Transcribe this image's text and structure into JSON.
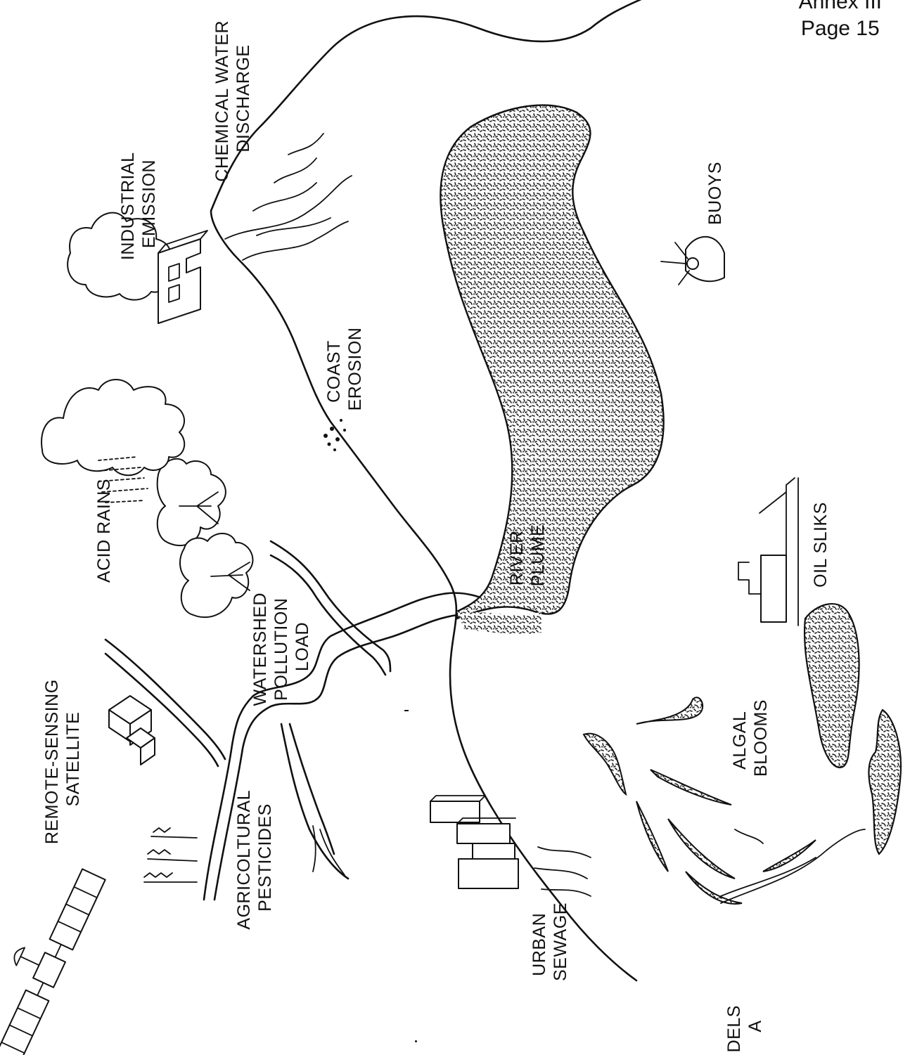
{
  "header": {
    "annex": "Annex III",
    "page": "Page 15"
  },
  "labels": {
    "remote_sensing_satellite": [
      "REMOTE-SENSING",
      "SATELLITE"
    ],
    "agricultural_pesticides": [
      "AGRICOLTURAL",
      "PESTICIDES"
    ],
    "urban_sewage": [
      "URBAN",
      "SEWAGE"
    ],
    "watershed_pollution_load": [
      "WATERSHED",
      "POLLUTION",
      "LOAD"
    ],
    "acid_rains": [
      "ACID RAINS"
    ],
    "industrial_emission": [
      "INDUSTRIAL",
      "EMISSION"
    ],
    "chemical_water_discharge": [
      "CHEMICAL WATER",
      "DISCHARGE"
    ],
    "coast_erosion": [
      "COAST",
      "EROSION"
    ],
    "river_plume": [
      "RIVER",
      "PLUME"
    ],
    "buoys": [
      "BUOYS"
    ],
    "oil_sliks": [
      "OIL SLIKS"
    ],
    "algal_blooms": [
      "ALGAL",
      "BLOOMS"
    ],
    "partial_bottom": [
      "DELS",
      "A"
    ]
  },
  "colors": {
    "ink": "#111111",
    "paper": "#ffffff",
    "stipple": "#222222"
  }
}
